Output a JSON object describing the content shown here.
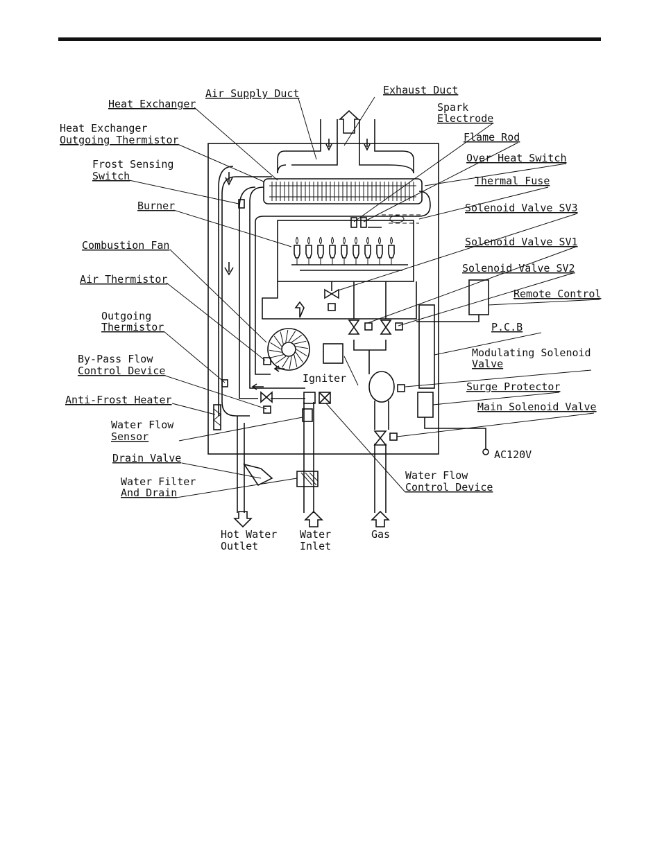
{
  "labels_left": [
    {
      "key": "heat_exchanger",
      "text": "Heat Exchanger"
    },
    {
      "key": "air_supply_duct",
      "text": "Air Supply Duct"
    },
    {
      "key": "hx_thermistor_1",
      "text": "Heat Exchanger"
    },
    {
      "key": "hx_thermistor_2",
      "text": "Outgoing Thermistor"
    },
    {
      "key": "frost_1",
      "text": "Frost Sensing"
    },
    {
      "key": "frost_2",
      "text": "Switch"
    },
    {
      "key": "burner",
      "text": "Burner"
    },
    {
      "key": "combustion_fan",
      "text": "Combustion Fan"
    },
    {
      "key": "air_thermistor",
      "text": "Air Thermistor"
    },
    {
      "key": "outgoing_1",
      "text": "Outgoing"
    },
    {
      "key": "outgoing_2",
      "text": "Thermistor"
    },
    {
      "key": "bypass_1",
      "text": "By-Pass Flow"
    },
    {
      "key": "bypass_2",
      "text": "Control Device"
    },
    {
      "key": "anti_frost",
      "text": "Anti-Frost Heater"
    },
    {
      "key": "flow_sensor_1",
      "text": "Water Flow"
    },
    {
      "key": "flow_sensor_2",
      "text": "Sensor"
    },
    {
      "key": "drain_valve",
      "text": "Drain Valve"
    },
    {
      "key": "filter_1",
      "text": "Water Filter"
    },
    {
      "key": "filter_2",
      "text": "And Drain"
    }
  ],
  "labels_right": [
    {
      "key": "exhaust_duct",
      "text": "Exhaust Duct"
    },
    {
      "key": "spark_1",
      "text": "Spark"
    },
    {
      "key": "spark_2",
      "text": "Electrode"
    },
    {
      "key": "flame_rod",
      "text": "Flame Rod"
    },
    {
      "key": "over_heat",
      "text": "Over Heat Switch"
    },
    {
      "key": "thermal_fuse",
      "text": "Thermal Fuse"
    },
    {
      "key": "sv3",
      "text": "Solenoid Valve SV3"
    },
    {
      "key": "sv1",
      "text": "Solenoid Valve SV1"
    },
    {
      "key": "sv2",
      "text": "Solenoid Valve SV2"
    },
    {
      "key": "remote",
      "text": "Remote Control"
    },
    {
      "key": "pcb",
      "text": "P.C.B"
    },
    {
      "key": "mod_1",
      "text": "Modulating Solenoid"
    },
    {
      "key": "mod_2",
      "text": "Valve"
    },
    {
      "key": "surge",
      "text": "Surge Protector"
    },
    {
      "key": "main_sv",
      "text": "Main Solenoid Valve"
    },
    {
      "key": "ac",
      "text": "AC120V"
    },
    {
      "key": "wfcd_1",
      "text": "Water Flow"
    },
    {
      "key": "wfcd_2",
      "text": "Control Device"
    }
  ],
  "labels_inner": [
    {
      "key": "igniter",
      "text": "Igniter"
    }
  ],
  "labels_bottom": [
    {
      "key": "hot_1",
      "text": "Hot Water"
    },
    {
      "key": "hot_2",
      "text": "Outlet"
    },
    {
      "key": "inlet_1",
      "text": "Water"
    },
    {
      "key": "inlet_2",
      "text": "Inlet"
    },
    {
      "key": "gas",
      "text": "Gas"
    }
  ]
}
